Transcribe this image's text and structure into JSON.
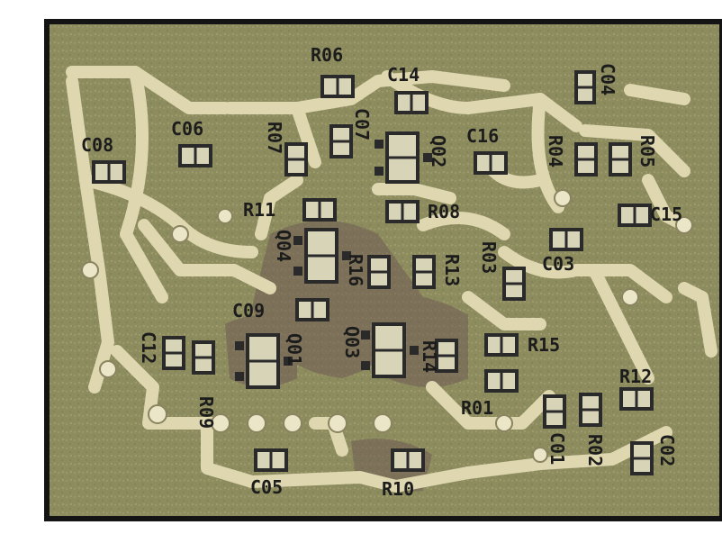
{
  "board": {
    "colors": {
      "substrate": "#8a8a5e",
      "copper": "#d9d2a8",
      "frame": "#141414",
      "part_body": "#2a2a2a",
      "part_fill": "#d8d4b8",
      "shadow": "#6b5a52"
    },
    "components": [
      {
        "ref": "R06",
        "kind": "resistor"
      },
      {
        "ref": "C14",
        "kind": "capacitor"
      },
      {
        "ref": "C04",
        "kind": "capacitor"
      },
      {
        "ref": "C08",
        "kind": "capacitor"
      },
      {
        "ref": "C06",
        "kind": "capacitor"
      },
      {
        "ref": "R07",
        "kind": "resistor"
      },
      {
        "ref": "C07",
        "kind": "capacitor"
      },
      {
        "ref": "Q02",
        "kind": "transistor"
      },
      {
        "ref": "C16",
        "kind": "capacitor"
      },
      {
        "ref": "R04",
        "kind": "resistor"
      },
      {
        "ref": "R05",
        "kind": "resistor"
      },
      {
        "ref": "R11",
        "kind": "resistor"
      },
      {
        "ref": "R08",
        "kind": "resistor"
      },
      {
        "ref": "C15",
        "kind": "capacitor"
      },
      {
        "ref": "Q04",
        "kind": "transistor"
      },
      {
        "ref": "R16",
        "kind": "resistor"
      },
      {
        "ref": "R13",
        "kind": "resistor"
      },
      {
        "ref": "R03",
        "kind": "resistor"
      },
      {
        "ref": "C03",
        "kind": "capacitor"
      },
      {
        "ref": "C09",
        "kind": "capacitor"
      },
      {
        "ref": "C12",
        "kind": "capacitor"
      },
      {
        "ref": "Q01",
        "kind": "transistor"
      },
      {
        "ref": "Q03",
        "kind": "transistor"
      },
      {
        "ref": "R14",
        "kind": "resistor"
      },
      {
        "ref": "R15",
        "kind": "resistor"
      },
      {
        "ref": "R12",
        "kind": "resistor"
      },
      {
        "ref": "R09",
        "kind": "resistor"
      },
      {
        "ref": "R01",
        "kind": "resistor"
      },
      {
        "ref": "C01",
        "kind": "capacitor"
      },
      {
        "ref": "R02",
        "kind": "resistor"
      },
      {
        "ref": "C02",
        "kind": "capacitor"
      },
      {
        "ref": "C05",
        "kind": "capacitor"
      },
      {
        "ref": "R10",
        "kind": "resistor"
      }
    ]
  }
}
